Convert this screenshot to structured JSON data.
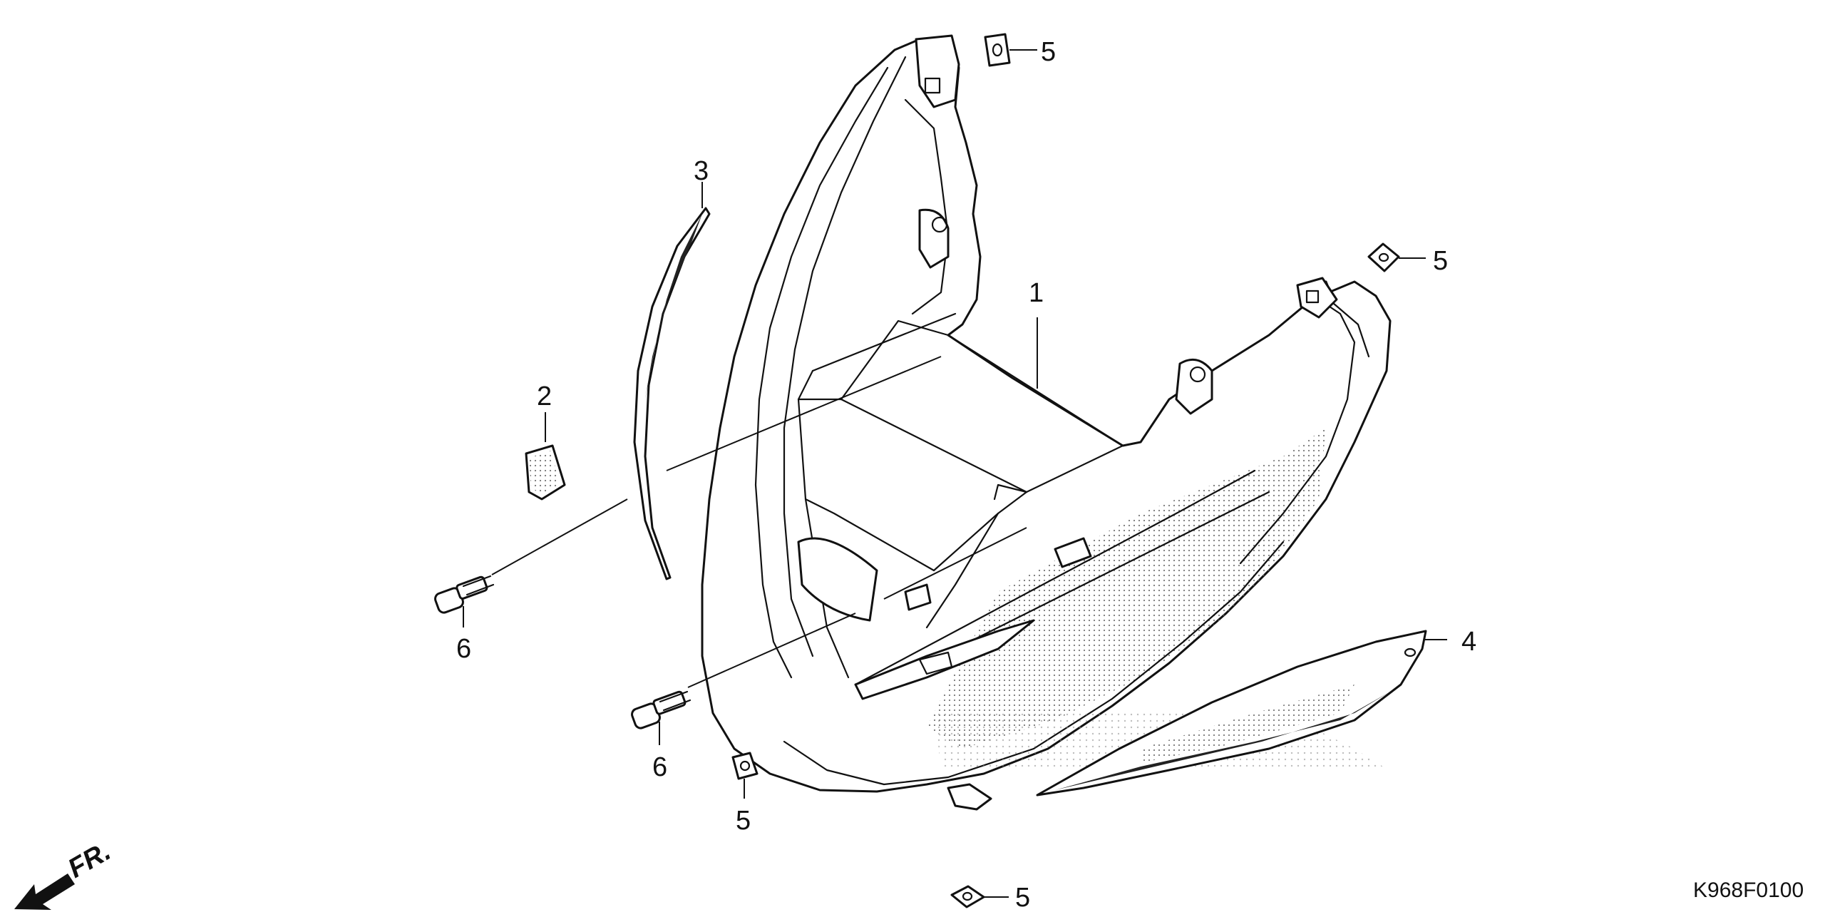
{
  "diagram": {
    "figure_code": "K968F0100",
    "front_marker": "FR.",
    "callouts": [
      "1",
      "2",
      "3",
      "4",
      "5",
      "5",
      "5",
      "5",
      "6",
      "6"
    ]
  }
}
